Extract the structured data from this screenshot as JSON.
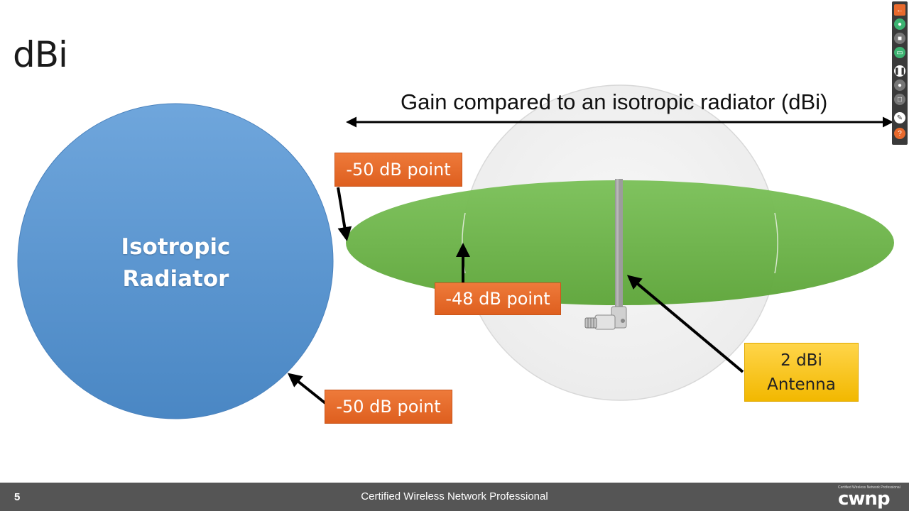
{
  "slide": {
    "title": "dBi",
    "page_number": "5"
  },
  "diagram": {
    "gain_label": "Gain compared to an isotropic radiator (dBi)",
    "radiator_label_line1": "Isotropic",
    "radiator_label_line2": "Radiator",
    "callout_top_left": "-50 dB point",
    "callout_mid": "-48 dB point",
    "callout_bottom_left": "-50 dB point",
    "antenna_label_line1": "2 dBi",
    "antenna_label_line2": "Antenna",
    "colors": {
      "isotropic_blue": "#5b9bd5",
      "pattern_green": "#70ad47",
      "callout_orange": "#e8692c",
      "callout_yellow": "#f7c31a"
    }
  },
  "footer": {
    "text": "Certified Wireless Network Professional",
    "logo_text": "cwnp",
    "logo_small_text": "Certified Wireless Network Professional"
  },
  "toolbar": {
    "buttons": [
      {
        "icon": "back-arrow-icon",
        "color": "#e8692c"
      },
      {
        "icon": "microphone-icon",
        "color": "#3cb371"
      },
      {
        "icon": "camera-icon",
        "color": "#888888"
      },
      {
        "icon": "screen-share-icon",
        "color": "#3cb371"
      },
      {
        "icon": "pause-icon",
        "color": "#ffffff"
      },
      {
        "icon": "mouse-icon",
        "color": "#888888"
      },
      {
        "icon": "chat-icon",
        "color": "#888888"
      },
      {
        "icon": "pen-icon",
        "color": "#ffffff"
      },
      {
        "icon": "help-icon",
        "color": "#e8692c"
      }
    ]
  }
}
